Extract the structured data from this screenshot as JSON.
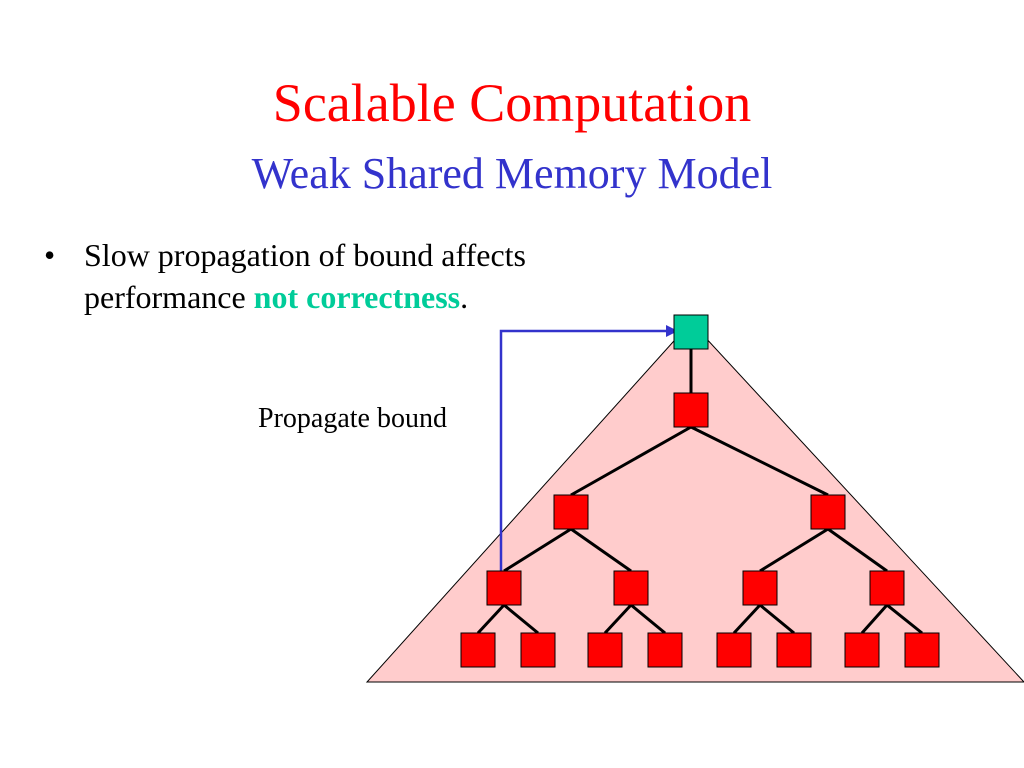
{
  "slide": {
    "title": "Scalable Computation",
    "subtitle": "Weak Shared Memory Model",
    "bullet_marker": "•",
    "bullet_text": "Slow propagation of bound affects performance ",
    "bullet_highlight": "not correctness",
    "bullet_end": "."
  },
  "diagram": {
    "propagate_label": "Propagate bound",
    "tree_depth": 5,
    "propagating_node": "leftmost node at level 4",
    "root_state": "updated",
    "colors": {
      "title": "#ff0000",
      "subtitle": "#3333cc",
      "highlight": "#00cc99",
      "triangle_fill": "#ffcccc",
      "node": "#ff0000",
      "root_node": "#00cc99",
      "arrow": "#3333cc",
      "edge": "#000000"
    }
  }
}
